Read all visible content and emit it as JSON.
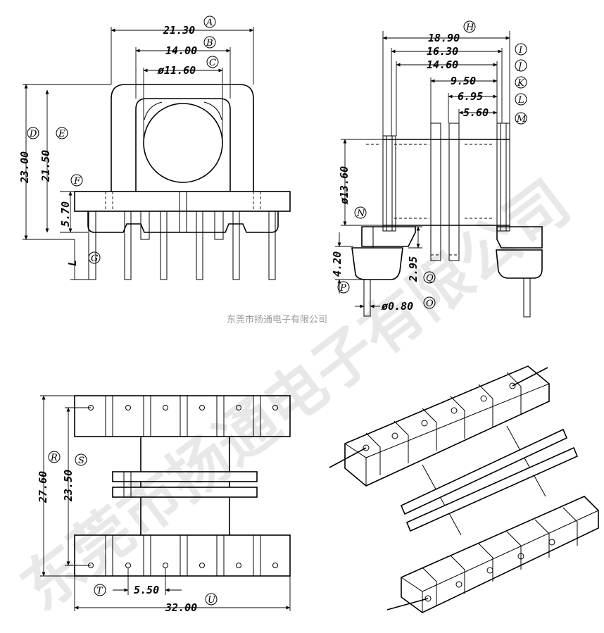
{
  "caption": "东莞市扬通电子有限公司",
  "watermark": "东莞市扬通电子有限公司",
  "front_view": {
    "dims": {
      "A": "21.30",
      "B": "14.00",
      "C": "ø11.60",
      "D": "23.00",
      "E": "21.50",
      "F": "5.70",
      "G": "L"
    },
    "labels": [
      "A",
      "B",
      "C",
      "D",
      "E",
      "F",
      "G"
    ]
  },
  "side_view": {
    "dims": {
      "H": "18.90",
      "I": "16.30",
      "J": "14.60",
      "K": "9.50",
      "L": "6.95",
      "M": "5.60",
      "N": "ø13.60",
      "P": "4.20",
      "Q": "2.95",
      "O": "ø0.80"
    },
    "labels": [
      "H",
      "I",
      "J",
      "K",
      "L",
      "M",
      "N",
      "P",
      "Q",
      "O"
    ]
  },
  "bottom_view": {
    "dims": {
      "R": "27.60",
      "S": "23.50",
      "T": "5.50",
      "U": "32.00"
    },
    "labels": [
      "R",
      "S",
      "T",
      "U"
    ]
  }
}
